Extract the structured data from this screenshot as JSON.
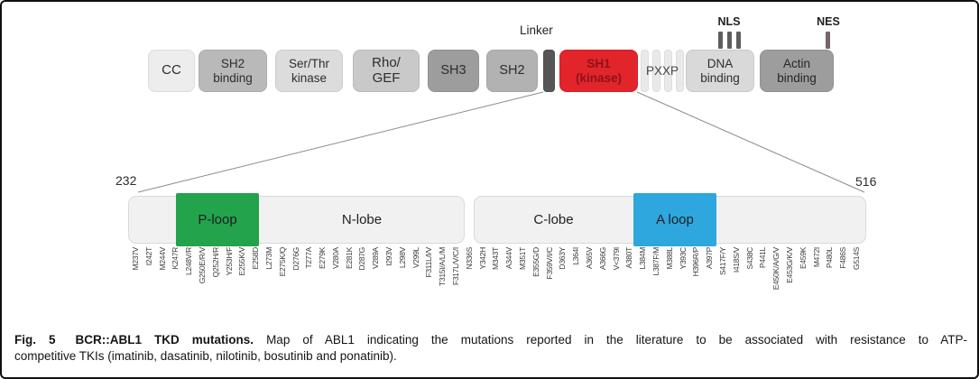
{
  "domain_map": {
    "linker_label": "Linker",
    "nls_label": "NLS",
    "nes_label": "NES",
    "domains": {
      "cc": "CC",
      "sh2_binding": "SH2\nbinding",
      "ser_thr_kinase": "Ser/Thr\nkinase",
      "rho_gef": "Rho/\nGEF",
      "sh3": "SH3",
      "sh2": "SH2",
      "sh1": "SH1\n(kinase)",
      "pxxp": "PXXP",
      "dna_binding": "DNA\nbinding",
      "actin_binding": "Actin\nbinding"
    }
  },
  "kinase_bar": {
    "start_residue": "232",
    "end_residue": "516",
    "regions": {
      "p_loop": "P-loop",
      "n_lobe": "N-lobe",
      "c_lobe": "C-lobe",
      "a_loop": "A loop"
    }
  },
  "mutations": [
    "M237V",
    "I242T",
    "M244V",
    "K247R",
    "L248V/R",
    "G250E/R/V",
    "Q252H/R",
    "Y253H/F",
    "E255K/V",
    "E258D",
    "L273M",
    "E275K/Q",
    "D276G",
    "T277A",
    "E279K",
    "V280A",
    "E281K",
    "D287G",
    "V289A",
    "I293V",
    "L298V",
    "V299L",
    "F311L/I/V",
    "T315I/A/L/M",
    "F317L/V/C/I",
    "N336S",
    "Y342H",
    "M343T",
    "A344V",
    "M351T",
    "E355G/D",
    "F359V/I/C",
    "D363Y",
    "L364I",
    "A365V",
    "A366G",
    "V<379I",
    "A380T",
    "L384M",
    "L387F/M",
    "M388L",
    "Y393C",
    "H396R/P",
    "A397P",
    "S417F/Y",
    "I418S/V",
    "S438C",
    "P441L",
    "E450K/A/G/V",
    "E453G/K/V",
    "E459K",
    "M472I",
    "P480L",
    "F486S",
    "G514S"
  ],
  "caption": {
    "fig_label": "Fig. 5",
    "title_bold": "BCR::ABL1 TKD mutations.",
    "line1_rest": "Map of ABL1 indicating the mutations reported in the literature to be associated with resistance to ATP-",
    "line2": "competitive TKIs (imatinib, dasatinib, nilotinib, bosutinib and ponatinib)."
  },
  "colors": {
    "sh1_red": "#e2242b",
    "p_loop_green": "#23a34c",
    "a_loop_blue": "#2ea7de",
    "linker_dark_gray": "#565656"
  }
}
